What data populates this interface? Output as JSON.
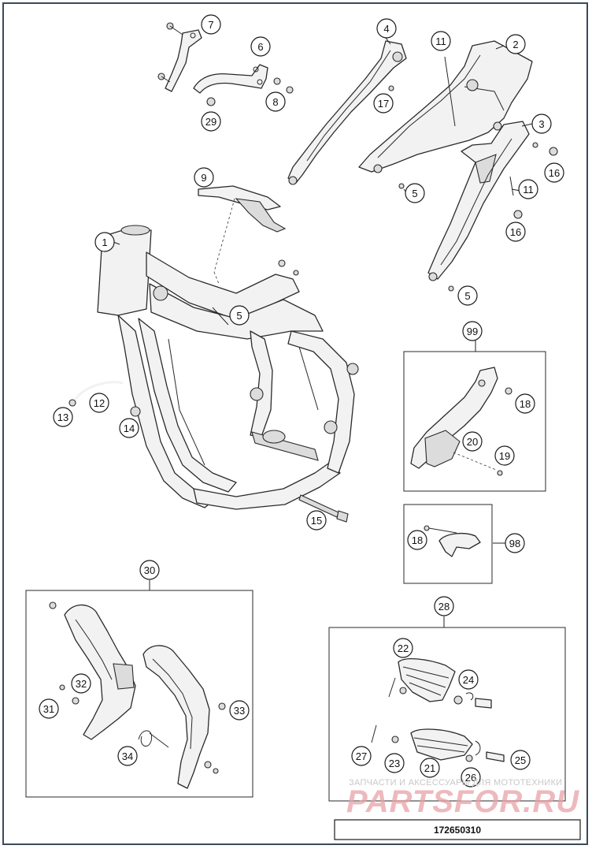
{
  "callouts": [
    {
      "label": "1"
    },
    {
      "label": "2"
    },
    {
      "label": "3"
    },
    {
      "label": "4"
    },
    {
      "label": "5"
    },
    {
      "label": "5"
    },
    {
      "label": "5"
    },
    {
      "label": "6"
    },
    {
      "label": "7"
    },
    {
      "label": "8"
    },
    {
      "label": "9"
    },
    {
      "label": "11"
    },
    {
      "label": "11"
    },
    {
      "label": "12"
    },
    {
      "label": "13"
    },
    {
      "label": "14"
    },
    {
      "label": "15"
    },
    {
      "label": "16"
    },
    {
      "label": "16"
    },
    {
      "label": "17"
    },
    {
      "label": "18"
    },
    {
      "label": "18"
    },
    {
      "label": "19"
    },
    {
      "label": "20"
    },
    {
      "label": "21"
    },
    {
      "label": "22"
    },
    {
      "label": "23"
    },
    {
      "label": "24"
    },
    {
      "label": "25"
    },
    {
      "label": "26"
    },
    {
      "label": "27"
    },
    {
      "label": "28"
    },
    {
      "label": "29"
    },
    {
      "label": "30"
    },
    {
      "label": "31"
    },
    {
      "label": "32"
    },
    {
      "label": "33"
    },
    {
      "label": "34"
    },
    {
      "label": "98"
    },
    {
      "label": "99"
    }
  ],
  "watermark": {
    "line1": "ЗАПЧАСТИ И АКСЕССУАРЫ ДЛЯ МОТОТЕХНИКИ",
    "line2": "PARTSFOR.RU"
  },
  "part_code": "172650310"
}
